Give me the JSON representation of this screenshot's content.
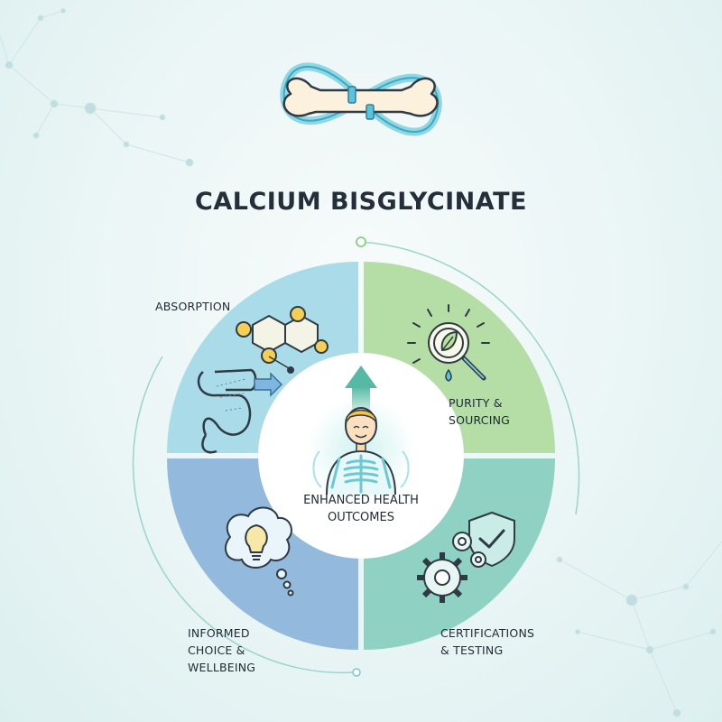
{
  "title": "CALCIUM BISGLYCINATE",
  "center": {
    "label_line1": "ENHANCED HEALTH",
    "label_line2": "OUTCOMES"
  },
  "quadrants": [
    {
      "id": "absorption",
      "lines": [
        "ABSORPTION"
      ],
      "color": "#a9dbe8",
      "icon": "molecule-digestion-icon"
    },
    {
      "id": "purity",
      "lines": [
        "PURITY &",
        "SOURCING"
      ],
      "color": "#b5dda6",
      "icon": "magnifier-leaf-icon"
    },
    {
      "id": "informed",
      "lines": [
        "INFORMED",
        "CHOICE &",
        "WELLBEING"
      ],
      "color": "#93b9dc",
      "icon": "thought-lightbulb-icon"
    },
    {
      "id": "certifications",
      "lines": [
        "CERTIFICATIONS",
        "& TESTING"
      ],
      "color": "#8fd2c3",
      "icon": "gears-shield-icon"
    }
  ],
  "logo": {
    "icon": "bone-infinity-icon"
  },
  "colors": {
    "accent": "#5bbdcf",
    "title": "#23303b",
    "ring": "#8ccfc0"
  }
}
